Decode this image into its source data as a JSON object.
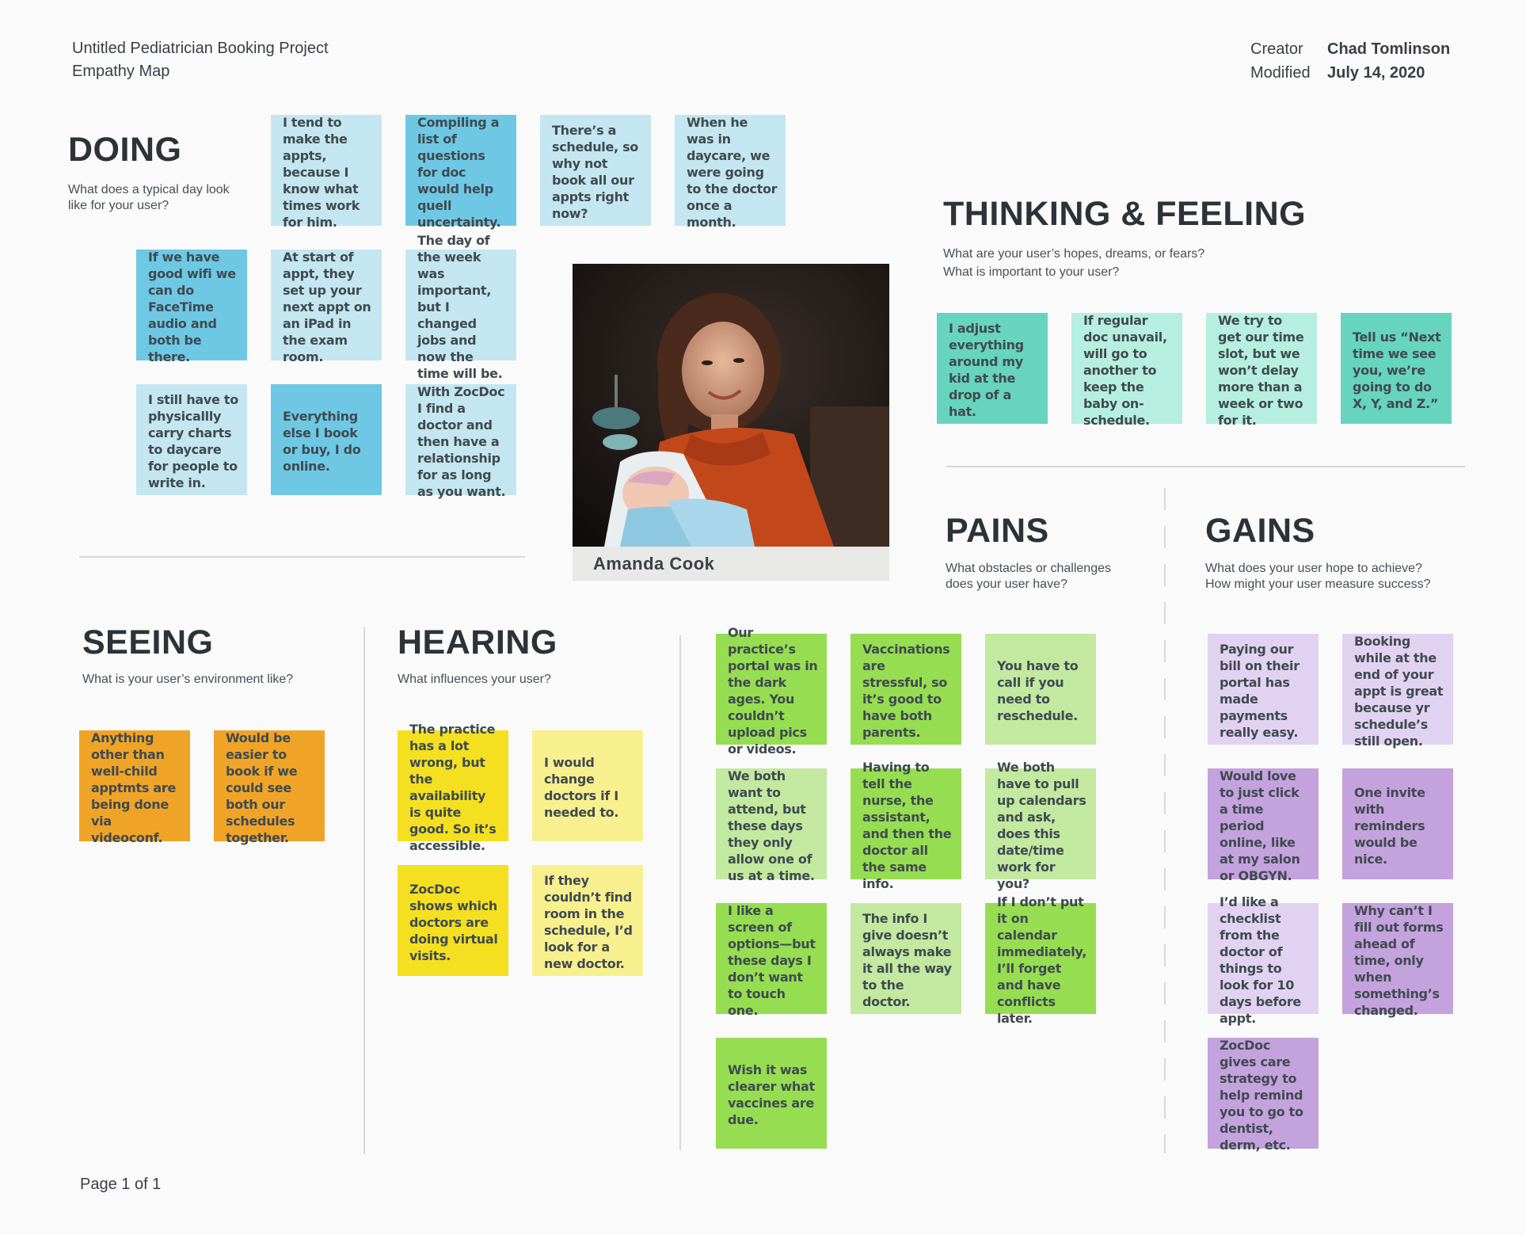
{
  "header": {
    "project_title": "Untitled Pediatrician Booking Project",
    "doc_type": "Empathy Map",
    "creator_label": "Creator",
    "creator_value": "Chad Tomlinson",
    "modified_label": "Modified",
    "modified_value": "July 14, 2020"
  },
  "persona": {
    "name": "Amanda Cook"
  },
  "doing": {
    "title": "DOING",
    "subtitle": "What does a typical day look like for your user?",
    "notes": [
      "I tend to make the appts, because I know what times work for him.",
      "Compiling a list of questions for doc would help quell uncertainty.",
      "There’s a schedule, so why not book all our appts right now?",
      "When he was in daycare, we were going to the doctor once a month.",
      "If we have good wifi we can do FaceTime audio and both be there.",
      "At start of appt, they set up your next appt on an iPad in the exam room.",
      "The day of the week was important, but I changed jobs and now the time will be.",
      "I still have to physicallly carry charts to daycare for people to write in.",
      "Everything else I book or buy, I do online.",
      "With ZocDoc I find a doctor and then have a relationship for as long as you want."
    ]
  },
  "thinking": {
    "title": "THINKING & FEELING",
    "subtitle_line1": "What are your user’s hopes, dreams, or fears?",
    "subtitle_line2": "What is important to your user?",
    "notes": [
      "I adjust everything around my kid at the drop of a hat.",
      "If regular doc unavail, will go to another to keep the baby on-schedule.",
      "We try to get our time slot, but we won’t delay more than a week or two for it.",
      "Tell us “Next time we see you, we’re going to do X, Y, and Z.”"
    ]
  },
  "pains": {
    "title": "PAINS",
    "subtitle": "What obstacles or challenges does your user have?",
    "notes": [
      "Our practice’s portal was in the dark ages. You couldn’t upload pics or videos.",
      "Vaccinations are stressful, so it’s good to have both parents.",
      "You have to call if you need to reschedule.",
      "We both want to attend, but these days they only allow one of us at a time.",
      "Having to tell the nurse, the assistant, and then the doctor all the same info.",
      "We both have to pull up calendars and ask, does this date/time work for you?",
      "I like a screen of options—but these days I don’t want to touch one.",
      "The info I give doesn’t always make it all the way to the doctor.",
      "If I don’t put it on calendar immediately, I’ll forget and have conflicts later.",
      "Wish it was clearer what vaccines are due."
    ]
  },
  "gains": {
    "title": "GAINS",
    "subtitle": "What does your user hope to achieve? How might your user measure success?",
    "notes": [
      "Paying our bill on their portal has made payments really easy.",
      "Booking while at the end of your appt is great because yr schedule’s still open.",
      "Would love to just click a time period online, like at my salon or OBGYN.",
      "One invite with reminders would be nice.",
      "I’d like a checklist from the doctor of things to look for 10 days before appt.",
      "Why can’t I fill out forms ahead of time, only when something’s changed.",
      "ZocDoc gives care strategy to help remind you to go to dentist, derm, etc."
    ]
  },
  "seeing": {
    "title": "SEEING",
    "subtitle": "What is your user’s environment like?",
    "notes": [
      "Anything other than well-child apptmts are being done via videoconf.",
      "Would be easier to book if we could see both our schedules together."
    ]
  },
  "hearing": {
    "title": "HEARING",
    "subtitle": "What influences your user?",
    "notes": [
      "The practice has a lot wrong, but the availability is quite good. So it’s accessible.",
      "I would change doctors if I needed to.",
      "ZocDoc shows which doctors are doing virtual visits.",
      "If they couldn’t find room in the schedule, I’d look for a new doctor."
    ]
  },
  "footer": {
    "page": "Page 1 of 1"
  }
}
